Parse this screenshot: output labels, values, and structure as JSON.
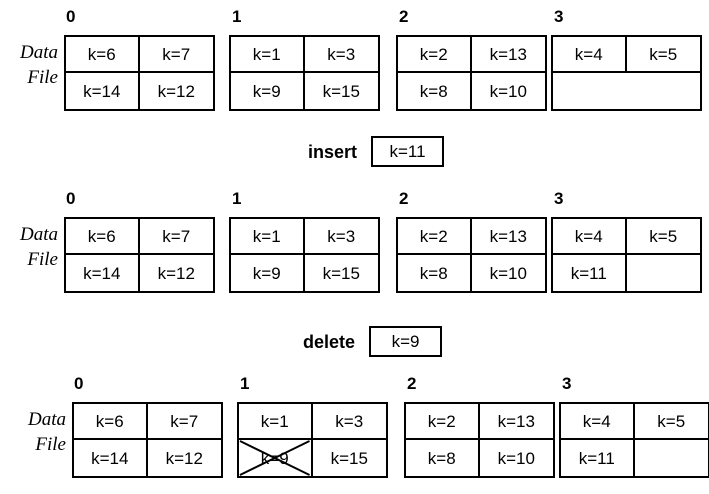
{
  "diagram": {
    "side_caption": {
      "line1": "Data",
      "line2": "File"
    },
    "bucket_labels": [
      "0",
      "1",
      "2",
      "3"
    ],
    "states": [
      {
        "id": "state-initial",
        "buckets": [
          {
            "label": "0",
            "top": [
              "k=6",
              "k=7"
            ],
            "bottom": [
              "k=14",
              "k=12"
            ],
            "bottom_divider": true,
            "deleted": []
          },
          {
            "label": "1",
            "top": [
              "k=1",
              "k=3"
            ],
            "bottom": [
              "k=9",
              "k=15"
            ],
            "bottom_divider": true,
            "deleted": []
          },
          {
            "label": "2",
            "top": [
              "k=2",
              "k=13"
            ],
            "bottom": [
              "k=8",
              "k=10"
            ],
            "bottom_divider": true,
            "deleted": []
          },
          {
            "label": "3",
            "top": [
              "k=4",
              "k=5"
            ],
            "bottom": [
              "",
              ""
            ],
            "bottom_divider": false,
            "deleted": []
          }
        ]
      },
      {
        "id": "state-after-insert",
        "buckets": [
          {
            "label": "0",
            "top": [
              "k=6",
              "k=7"
            ],
            "bottom": [
              "k=14",
              "k=12"
            ],
            "bottom_divider": true,
            "deleted": []
          },
          {
            "label": "1",
            "top": [
              "k=1",
              "k=3"
            ],
            "bottom": [
              "k=9",
              "k=15"
            ],
            "bottom_divider": true,
            "deleted": []
          },
          {
            "label": "2",
            "top": [
              "k=2",
              "k=13"
            ],
            "bottom": [
              "k=8",
              "k=10"
            ],
            "bottom_divider": true,
            "deleted": []
          },
          {
            "label": "3",
            "top": [
              "k=4",
              "k=5"
            ],
            "bottom": [
              "k=11",
              ""
            ],
            "bottom_divider": true,
            "deleted": []
          }
        ]
      },
      {
        "id": "state-after-delete",
        "buckets": [
          {
            "label": "0",
            "top": [
              "k=6",
              "k=7"
            ],
            "bottom": [
              "k=14",
              "k=12"
            ],
            "bottom_divider": true,
            "deleted": []
          },
          {
            "label": "1",
            "top": [
              "k=1",
              "k=3"
            ],
            "bottom": [
              "k=9",
              "k=15"
            ],
            "bottom_divider": true,
            "deleted": [
              "bottom-0"
            ]
          },
          {
            "label": "2",
            "top": [
              "k=2",
              "k=13"
            ],
            "bottom": [
              "k=8",
              "k=10"
            ],
            "bottom_divider": true,
            "deleted": []
          },
          {
            "label": "3",
            "top": [
              "k=4",
              "k=5"
            ],
            "bottom": [
              "k=11",
              ""
            ],
            "bottom_divider": true,
            "deleted": []
          }
        ]
      }
    ],
    "operations": [
      {
        "id": "op-insert",
        "label": "insert",
        "key": "k=11"
      },
      {
        "id": "op-delete",
        "label": "delete",
        "key": "k=9"
      }
    ]
  }
}
